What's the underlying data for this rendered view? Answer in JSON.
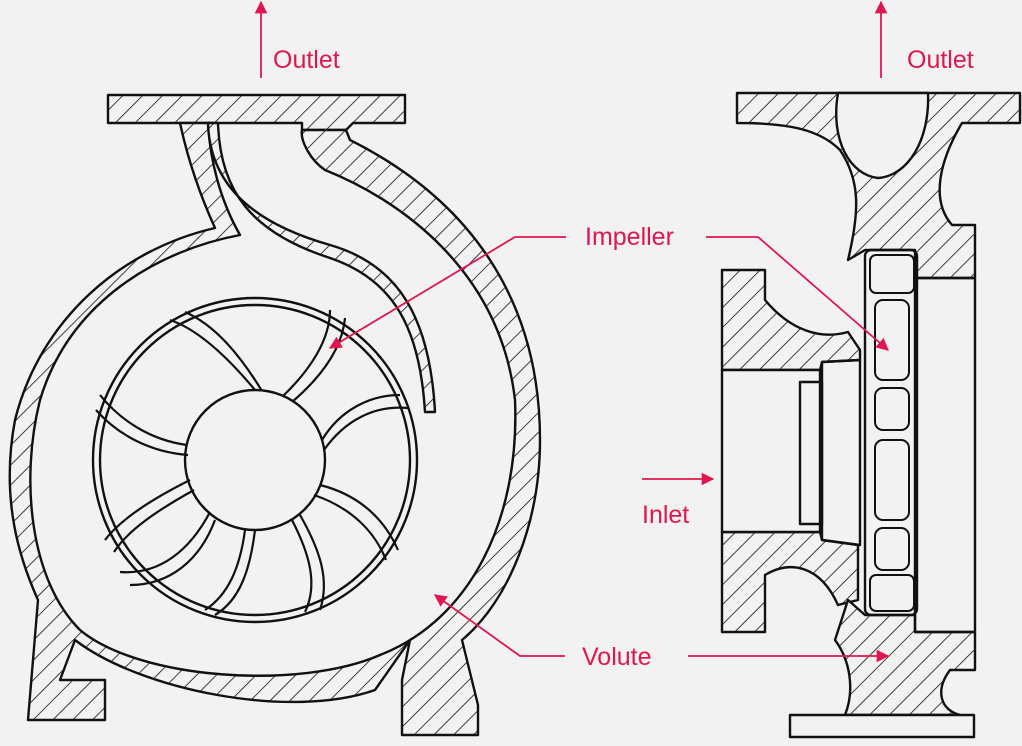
{
  "colors": {
    "label": "#e0174f",
    "line": "#111111",
    "background": "#f2f2f2"
  },
  "labels": {
    "outlet_left": "Outlet",
    "outlet_right": "Outlet",
    "impeller": "Impeller",
    "inlet": "Inlet",
    "volute": "Volute"
  }
}
